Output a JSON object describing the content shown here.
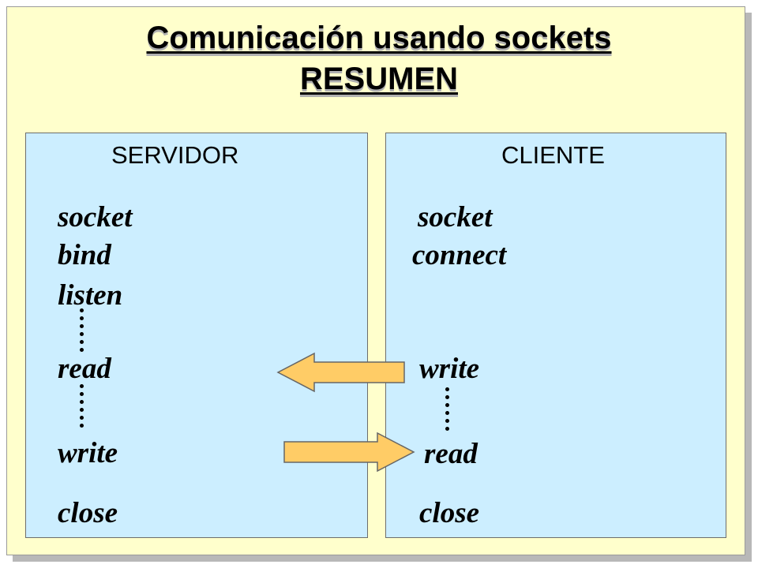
{
  "slide": {
    "title_line1": "Comunicación usando sockets",
    "title_line2": "RESUMEN"
  },
  "server": {
    "header": "SERVIDOR",
    "calls": [
      "socket",
      "bind",
      "listen",
      "read",
      "write",
      "close"
    ]
  },
  "client": {
    "header": "CLIENTE",
    "calls": [
      "socket",
      "connect",
      "write",
      "read",
      "close"
    ]
  },
  "colors": {
    "slide_background": "#ffffcc",
    "panel_background": "#cceeff",
    "arrow_fill": "#ffcc66",
    "arrow_stroke": "#666666"
  },
  "icons": {
    "left_arrow": "arrow-left-icon",
    "right_arrow": "arrow-right-icon",
    "dotted_gap": "vertical-dots"
  }
}
